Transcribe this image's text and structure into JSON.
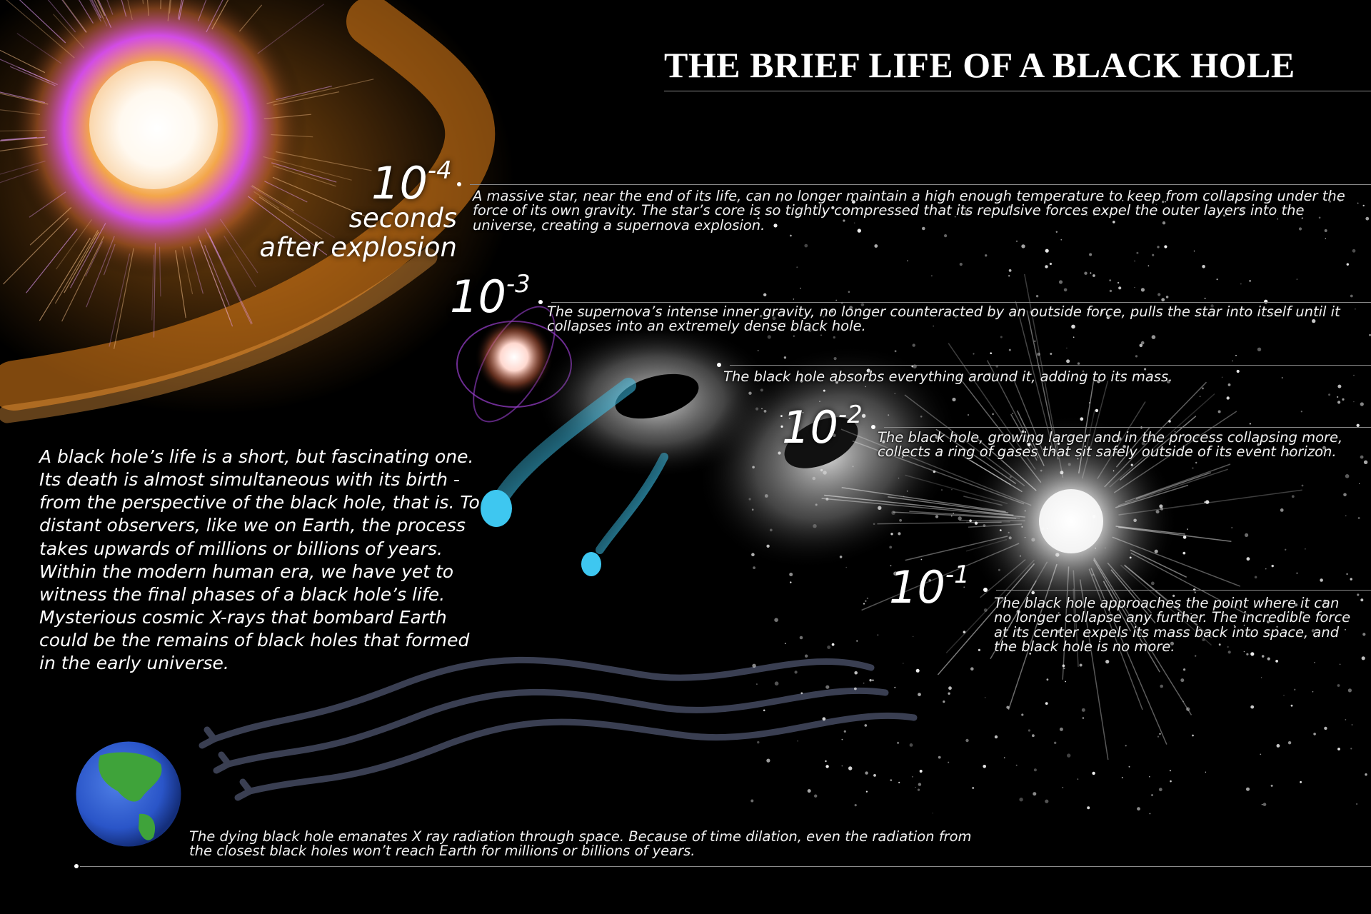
{
  "title": "THE BRIEF LIFE OF A BLACK HOLE",
  "colors": {
    "background": "#000000",
    "supernova_orange": "#f08a1c",
    "supernova_magenta": "#d24ce6",
    "jet_cyan": "#3ec7f0",
    "earth_ocean": "#2a55c8",
    "earth_land": "#3fa33a",
    "xray_wave": "#3a3f52"
  },
  "stages": [
    {
      "time_base": "10",
      "time_exponent": "-4",
      "time_unit": "seconds",
      "time_note": "after explosion",
      "description": "A massive star, near the end of its life, can no longer maintain a high enough temperature to keep from collapsing under the force of its own gravity. The star’s core is so tightly compressed that its repulsive forces expel the outer layers into the universe, creating a supernova explosion."
    },
    {
      "time_base": "10",
      "time_exponent": "-3",
      "description": "The supernova’s intense inner gravity, no longer counteracted by an outside force, pulls the star into itself until it collapses into an extremely dense black hole."
    },
    {
      "description": "The black hole absorbs everything around it, adding to its mass."
    },
    {
      "time_base": "10",
      "time_exponent": "-2",
      "description": "The black hole, growing larger and in the process collapsing more, collects a ring of gases that sit safely outside of its event horizon."
    },
    {
      "time_base": "10",
      "time_exponent": "-1",
      "description": "The black hole approaches the point where it can no longer collapse any further. The incredible force at its center expels its mass back into space, and the black hole is no more."
    }
  ],
  "intro": "A black hole’s life is a short, but fascinating one. Its death is almost simultaneous with its birth - from the perspective of the black hole, that is. To distant observers, like we on Earth, the process takes upwards of  millions or billions of years. Within the modern human era, we have yet to witness the  final phases of a black hole’s life. Mysterious cosmic X-rays that bombard Earth could be the remains of black holes that formed in the early universe.",
  "footer": "The dying black hole emanates X ray radiation through space. Because of time dilation, even the radiation from the closest black holes won’t reach Earth for millions or billions of years.",
  "icons": [
    "supernova-illustration",
    "collapsing-star",
    "black-hole-accretion",
    "black-hole-ring",
    "explosion-burst",
    "earth-globe",
    "xray-wave-arrows"
  ]
}
